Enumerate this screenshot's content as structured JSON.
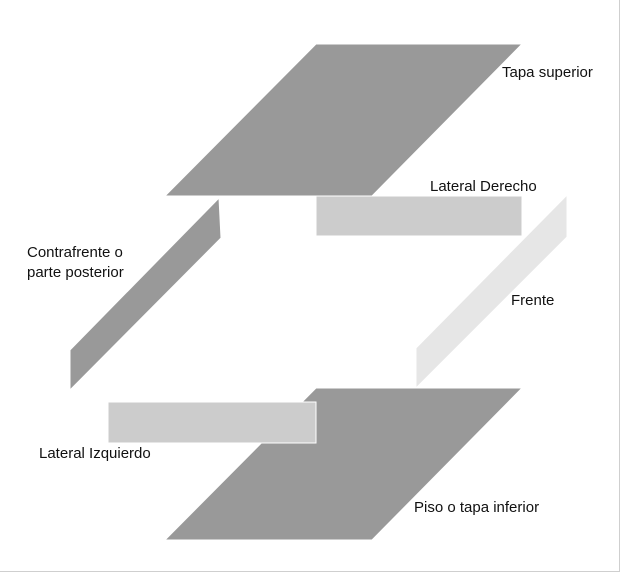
{
  "diagram": {
    "pieces": {
      "tapa_superior": {
        "label": "Tapa superior",
        "color": "#999999"
      },
      "lateral_derecho": {
        "label": "Lateral Derecho",
        "color": "#cccccc"
      },
      "contrafrente": {
        "label_line1": "Contrafrente o",
        "label_line2": "parte posterior",
        "color": "#999999"
      },
      "frente": {
        "label": "Frente",
        "color": "#e6e6e6"
      },
      "lateral_izquierdo": {
        "label": "Lateral Izquierdo",
        "color": "#cccccc"
      },
      "piso": {
        "label": "Piso o tapa inferior",
        "color": "#999999"
      }
    }
  }
}
